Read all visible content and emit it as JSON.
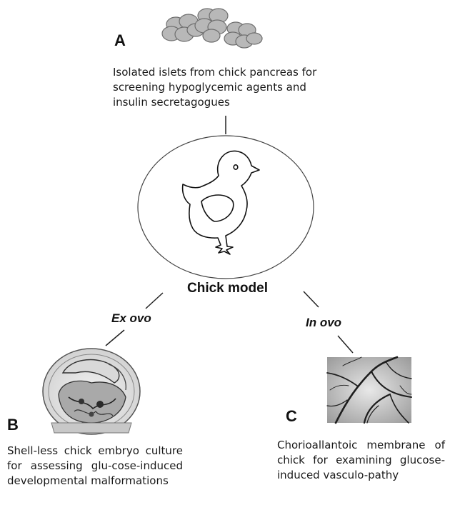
{
  "panel_a": {
    "letter": "A",
    "caption": "Isolated islets from chick pancreas for screening hypoglycemic agents and insulin secretagogues"
  },
  "center": {
    "label": "Chick model"
  },
  "branches": {
    "left": "Ex ovo",
    "right": "In ovo"
  },
  "panel_b": {
    "letter": "B",
    "caption": "Shell-less chick embryo culture for assessing glu-cose-induced developmental malformations"
  },
  "panel_c": {
    "letter": "C",
    "caption": "Chorioallantoic membrane of chick for examining glucose-induced vasculo-pathy"
  },
  "icons": [
    "islet-cluster-icon",
    "chick-icon",
    "embryo-culture-image",
    "cam-vasculature-image"
  ]
}
